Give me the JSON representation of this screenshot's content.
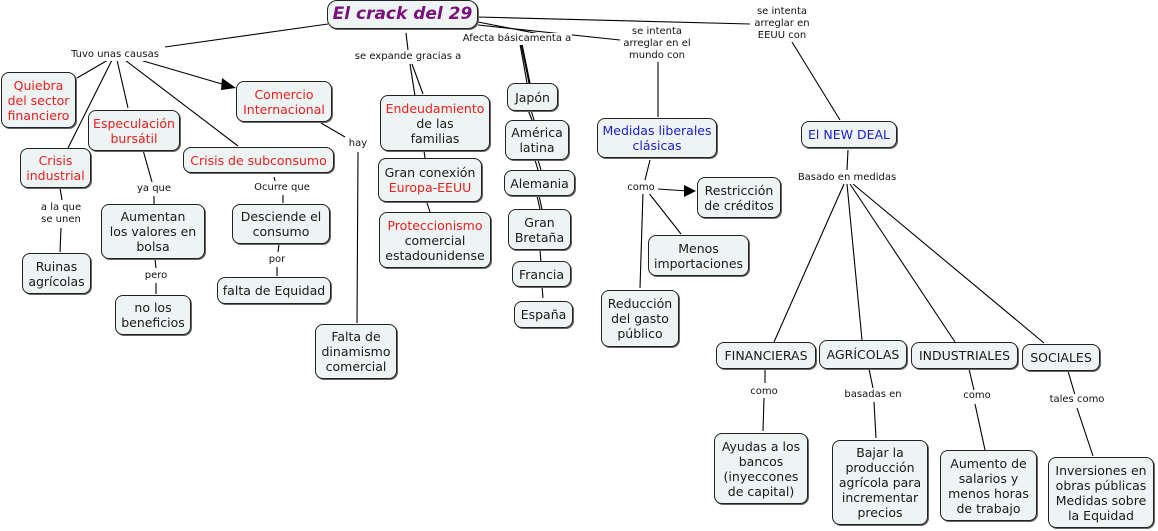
{
  "title": "El crack del 29",
  "colors": {
    "node_fill": "#eef3f4",
    "red_text": "#e8201d",
    "blue_text": "#1c1ccc",
    "title_text": "#7a117a"
  },
  "links": {
    "causes": "Tuvo unas causas",
    "expands": "se expande gracias a",
    "affects": "Afecta básicamenta a",
    "world_fix": [
      "se intenta",
      "arreglar en el",
      "mundo con"
    ],
    "usa_fix": [
      "se intenta",
      "arreglar en",
      "EEUU con"
    ],
    "hay": "hay",
    "ya_que": "ya que",
    "a_la_que": [
      "a la que",
      "se unen"
    ],
    "ocurre_que": "Ocurre que",
    "pero": "pero",
    "por": "por",
    "como_liberal": "como",
    "basado": "Basado en medidas",
    "como_fin": "como",
    "basadas_en": "basadas en",
    "como_ind": "como",
    "tales_como": "tales como"
  },
  "causes": {
    "quiebra": [
      "Quiebra",
      "del sector",
      "financiero"
    ],
    "especulacion": [
      "Especulación",
      "bursátil"
    ],
    "comercio": [
      "Comercio",
      "Internacional"
    ],
    "crisis_industrial": [
      "Crisis",
      "industrial"
    ],
    "subconsumo": "Crisis de subconsumo",
    "ruinas": [
      "Ruinas",
      "agrícolas"
    ],
    "aumentan": [
      "Aumentan",
      "los valores en",
      "bolsa"
    ],
    "beneficios": [
      "no los",
      "beneficios"
    ],
    "desciende": [
      "Desciende el",
      "consumo"
    ],
    "equidad": "falta de Equidad",
    "dinamismo": [
      "Falta de",
      "dinamismo",
      "comercial"
    ]
  },
  "expansion": {
    "endeudamiento": [
      "Endeudamiento",
      "de las",
      "familias"
    ],
    "conexion": [
      "Gran conexión",
      "Europa-EEUU"
    ],
    "proteccionismo": [
      "Proteccionismo",
      "comercial",
      "estadounidense"
    ]
  },
  "countries": [
    "Japón",
    [
      "América",
      "latina"
    ],
    "Alemania",
    [
      "Gran",
      "Bretaña"
    ],
    "Francia",
    "España"
  ],
  "liberal": {
    "title": [
      "Medidas liberales",
      "clásicas"
    ],
    "restriccion": [
      "Restricción",
      "de créditos"
    ],
    "importaciones": [
      "Menos",
      "importaciones"
    ],
    "gasto": [
      "Reducción",
      "del gasto",
      "público"
    ]
  },
  "new_deal": {
    "title": "El NEW DEAL",
    "categories": [
      "FINANCIERAS",
      "AGRÍCOLAS",
      "INDUSTRIALES",
      "SOCIALES"
    ],
    "ayudas": [
      "Ayudas a los",
      "bancos",
      "(inyeccones",
      "de capital)"
    ],
    "bajar": [
      "Bajar la",
      "producción",
      "agrícola para",
      "incrementar",
      "precios"
    ],
    "aumento": [
      "Aumento de",
      "salarios y",
      "menos horas",
      "de trabajo"
    ],
    "inversiones": [
      "Inversiones en",
      "obras públicas",
      "Medidas sobre",
      "la Equidad"
    ]
  }
}
